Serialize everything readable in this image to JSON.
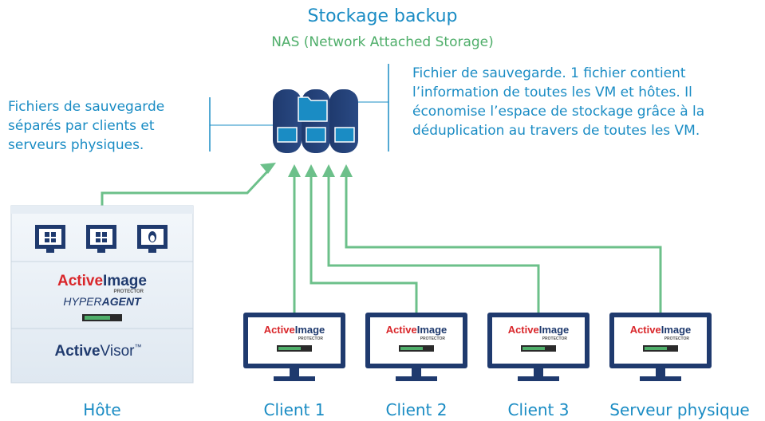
{
  "header": {
    "title": "Stockage backup",
    "subtitle": "NAS (Network Attached Storage)"
  },
  "notes": {
    "left": [
      "Fichiers de sauvegarde",
      "séparés par clients et",
      "serveurs physiques."
    ],
    "right": [
      "Fichier de sauvegarde. 1 fichier contient",
      "l’information de toutes les VM et hôtes. Il",
      "économise l’espace de stockage grâce à la",
      "déduplication au travers de toutes les VM."
    ]
  },
  "host": {
    "label": "Hôte",
    "product_part1": "Active",
    "product_part2": "Image",
    "product_sub": "PROTECTOR",
    "agent_part1": "HYPER",
    "agent_part2": "AGENT",
    "visor_part1": "Active",
    "visor_part2": "Visor",
    "visor_tm": "™",
    "vm_icons": [
      "windows-icon",
      "windows-icon",
      "linux-icon"
    ]
  },
  "clients": [
    {
      "label": "Client 1"
    },
    {
      "label": "Client 2"
    },
    {
      "label": "Client 3"
    },
    {
      "label": "Serveur physique"
    }
  ],
  "client_brand": {
    "part1": "Active",
    "part2": "Image",
    "sub": "PROTECTOR"
  },
  "colors": {
    "accent_blue": "#1a8cc4",
    "arrow_green": "#6cc08a",
    "navy": "#1f3a6e",
    "red": "#d9262a"
  }
}
